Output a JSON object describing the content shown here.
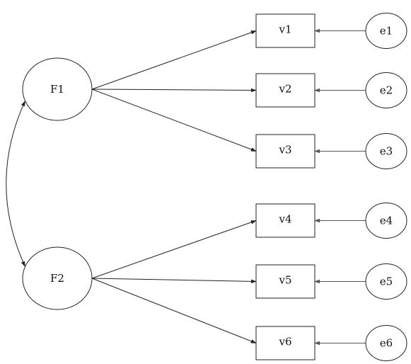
{
  "factors": [
    {
      "id": "F1",
      "label": "F1"
    },
    {
      "id": "F2",
      "label": "F2"
    }
  ],
  "variables": [
    {
      "id": "v1",
      "label": "v1"
    },
    {
      "id": "v2",
      "label": "v2"
    },
    {
      "id": "v3",
      "label": "v3"
    },
    {
      "id": "v4",
      "label": "v4"
    },
    {
      "id": "v5",
      "label": "v5"
    },
    {
      "id": "v6",
      "label": "v6"
    }
  ],
  "errors": [
    {
      "id": "e1",
      "label": "e1"
    },
    {
      "id": "e2",
      "label": "e2"
    },
    {
      "id": "e3",
      "label": "e3"
    },
    {
      "id": "e4",
      "label": "e4"
    },
    {
      "id": "e5",
      "label": "e5"
    },
    {
      "id": "e6",
      "label": "e6"
    }
  ],
  "loadings": [
    {
      "from": "F1",
      "to": "v1"
    },
    {
      "from": "F1",
      "to": "v2"
    },
    {
      "from": "F1",
      "to": "v3"
    },
    {
      "from": "F2",
      "to": "v4"
    },
    {
      "from": "F2",
      "to": "v5"
    },
    {
      "from": "F2",
      "to": "v6"
    }
  ],
  "error_paths": [
    {
      "from": "e1",
      "to": "v1"
    },
    {
      "from": "e2",
      "to": "v2"
    },
    {
      "from": "e3",
      "to": "v3"
    },
    {
      "from": "e4",
      "to": "v4"
    },
    {
      "from": "e5",
      "to": "v5"
    },
    {
      "from": "e6",
      "to": "v6"
    }
  ],
  "covariances": [
    {
      "between": [
        "F1",
        "F2"
      ]
    }
  ]
}
